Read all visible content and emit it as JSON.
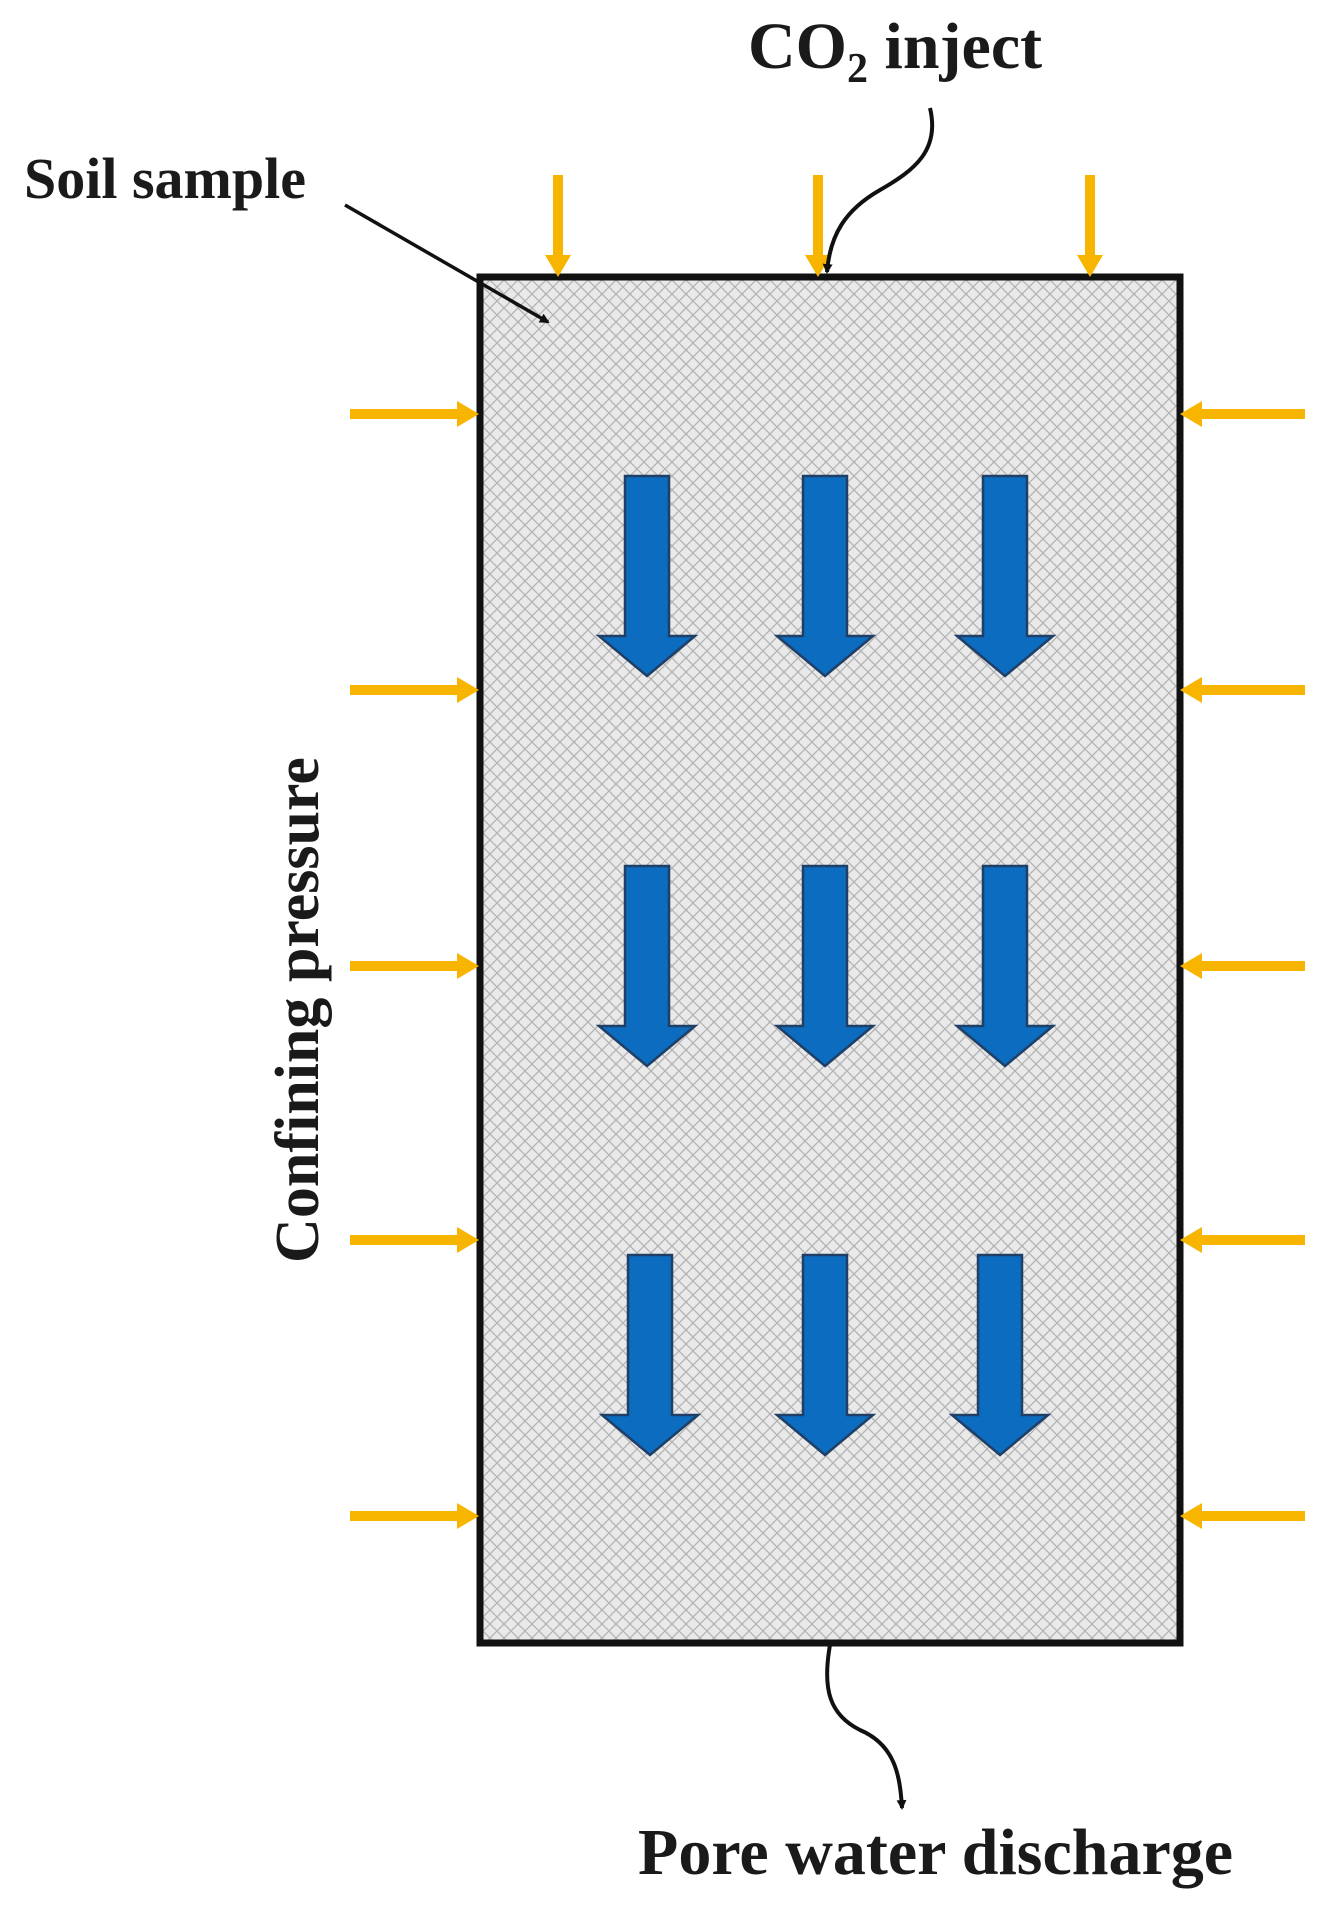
{
  "labels": {
    "co2_inject_main": "CO",
    "co2_inject_sub": "2",
    "co2_inject_rest": " inject",
    "soil_sample": "Soil sample",
    "confining_pressure": "Confining pressure",
    "pore_water_discharge": "Pore water discharge"
  },
  "colors": {
    "sample_fill": "#e9e9e9",
    "hatch": "#b3b3b3",
    "border": "#111111",
    "pressure_arrow": "#f7b500",
    "flow_arrow": "#0b6cc0",
    "flow_arrow_edge": "#1f3f66",
    "pointer": "#111111"
  },
  "icons": {
    "pressure": "arrow-right-icon / arrow-left-icon / arrow-down-icon",
    "flow": "block-arrow-down-icon"
  }
}
